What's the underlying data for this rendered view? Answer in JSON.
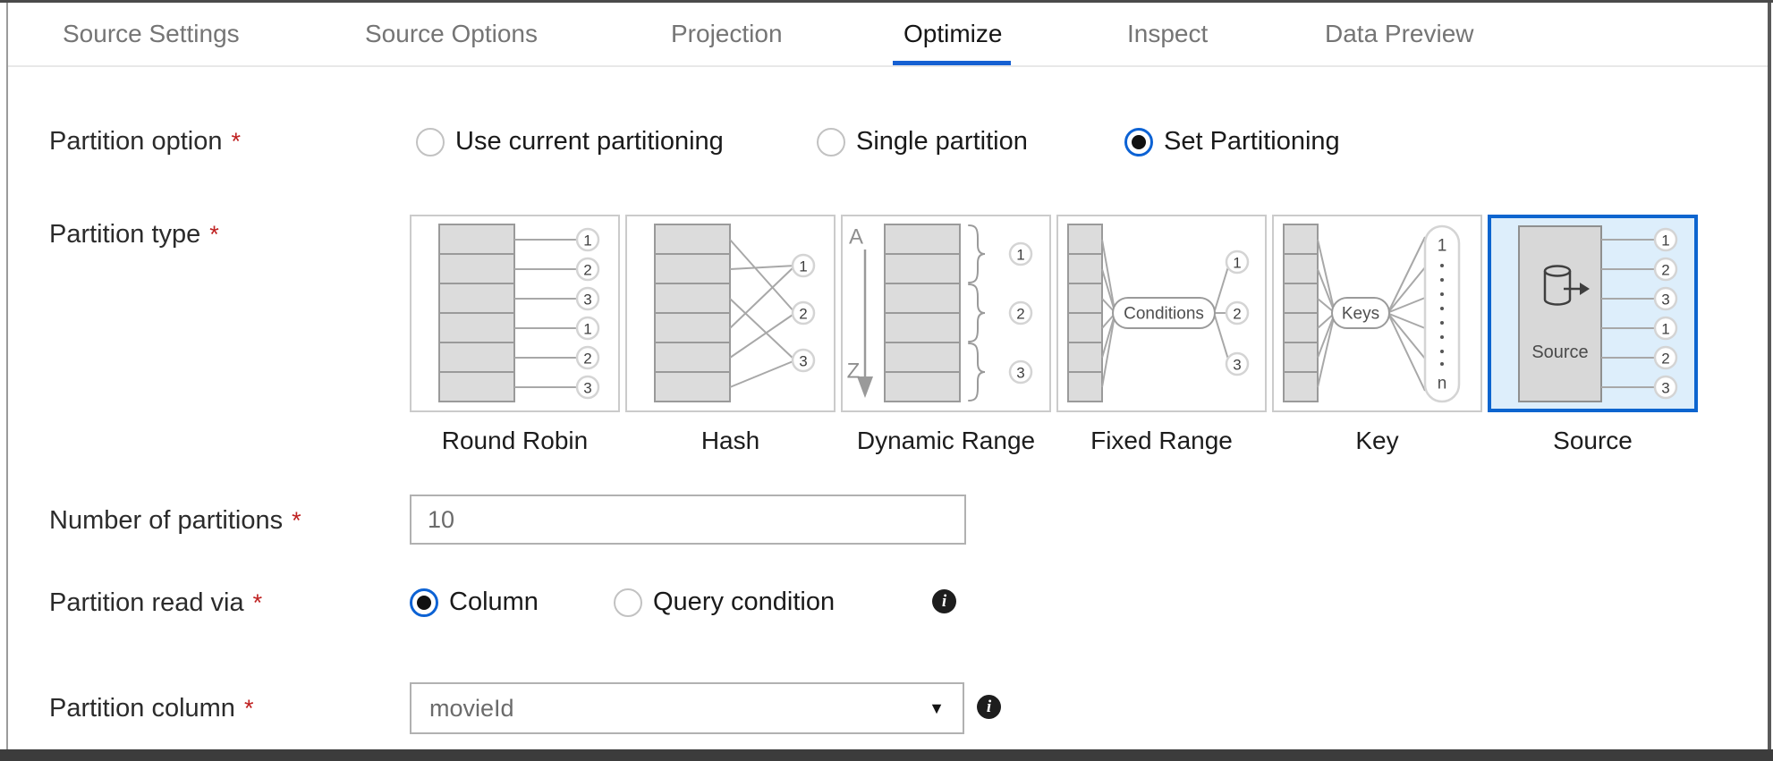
{
  "tabs": [
    {
      "label": "Source Settings",
      "active": false
    },
    {
      "label": "Source Options",
      "active": false
    },
    {
      "label": "Projection",
      "active": false
    },
    {
      "label": "Optimize",
      "active": true
    },
    {
      "label": "Inspect",
      "active": false
    },
    {
      "label": "Data Preview",
      "active": false
    }
  ],
  "form": {
    "partition_option": {
      "label": "Partition option",
      "required_marker": "*",
      "options": [
        {
          "label": "Use current partitioning",
          "selected": false
        },
        {
          "label": "Single partition",
          "selected": false
        },
        {
          "label": "Set Partitioning",
          "selected": true
        }
      ]
    },
    "partition_type": {
      "label": "Partition type",
      "required_marker": "*",
      "selected": "Source",
      "tiles": [
        {
          "label": "Round Robin",
          "selected": false,
          "circles": [
            "1",
            "2",
            "3",
            "1",
            "2",
            "3"
          ]
        },
        {
          "label": "Hash",
          "selected": false,
          "circles": [
            "1",
            "2",
            "3"
          ]
        },
        {
          "label": "Dynamic Range",
          "selected": false,
          "sort_top": "A",
          "sort_bottom": "Z",
          "circles": [
            "1",
            "2",
            "3"
          ]
        },
        {
          "label": "Fixed Range",
          "selected": false,
          "pill": "Conditions",
          "circles": [
            "1",
            "2",
            "3"
          ]
        },
        {
          "label": "Key",
          "selected": false,
          "pill": "Keys",
          "range_top": "1",
          "range_bottom": "n"
        },
        {
          "label": "Source",
          "selected": true,
          "box_label": "Source",
          "circles": [
            "1",
            "2",
            "3",
            "1",
            "2",
            "3"
          ]
        }
      ]
    },
    "number_of_partitions": {
      "label": "Number of partitions",
      "required_marker": "*",
      "value": "10"
    },
    "partition_read_via": {
      "label": "Partition read via",
      "required_marker": "*",
      "options": [
        {
          "label": "Column",
          "selected": true
        },
        {
          "label": "Query condition",
          "selected": false
        }
      ]
    },
    "partition_column": {
      "label": "Partition column",
      "required_marker": "*",
      "value": "movieId"
    }
  },
  "icons": {
    "dropdown_caret": "▼",
    "info_glyph": "i"
  },
  "colors": {
    "accent_blue": "#1660d2",
    "selected_tile_border": "#0d65cf",
    "selected_tile_bg": "#ddeefb",
    "required_red": "#bf2020"
  }
}
